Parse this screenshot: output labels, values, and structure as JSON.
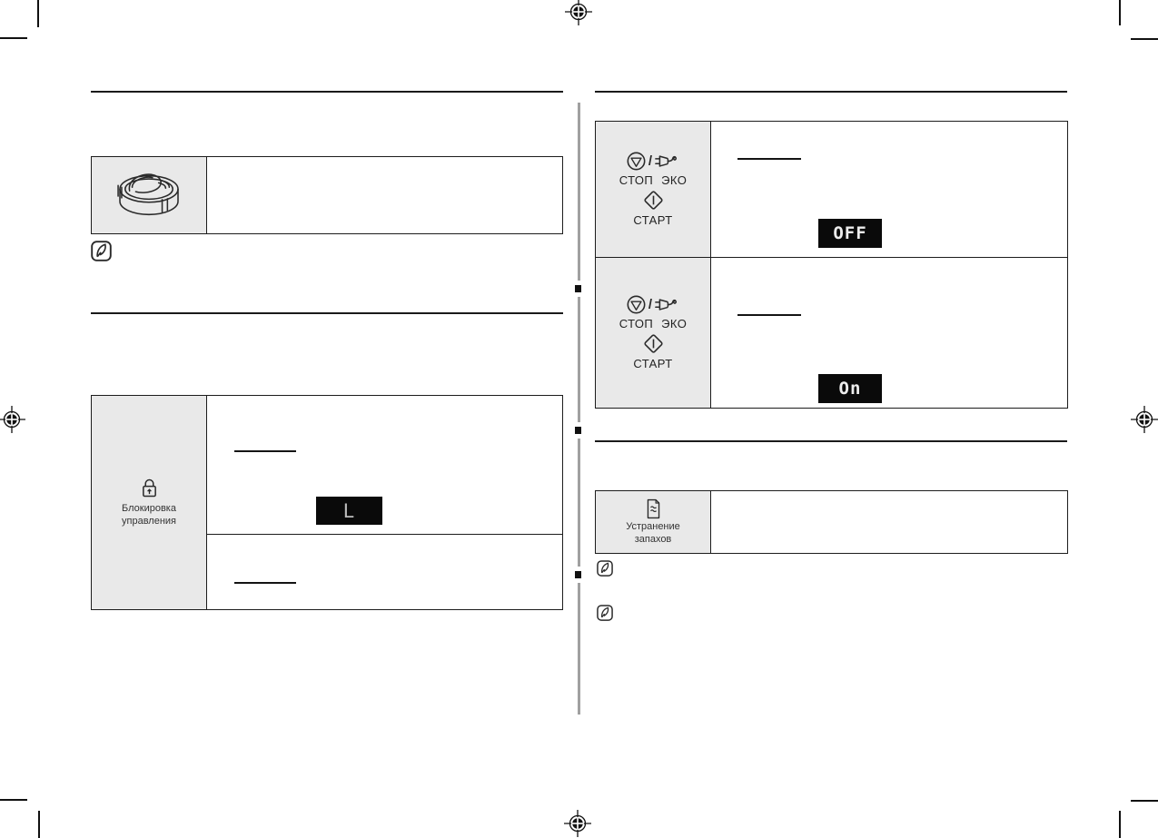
{
  "page_kind": "scanned-manual-page",
  "colors": {
    "cell_bg": "#e9e9e9",
    "table_border": "#1c1c1c",
    "divider": "#a0a0a0",
    "display_bg": "#0a0a0a",
    "display_text": "#ededed",
    "display_text_dim": "#bdbdbd"
  },
  "icons": {
    "note": "note-pencil-icon",
    "stop": "stop-icon",
    "eco": "eco-plug-icon",
    "start": "start-icon",
    "lock": "padlock-icon",
    "odor": "odor-steam-icon",
    "registration": "registration-mark-icon",
    "turntable": "steam-cleaner-drawing"
  },
  "left": {
    "lock": {
      "label_line1": "Блокировка",
      "label_line2": "управления",
      "display_value": "L"
    }
  },
  "right": {
    "rows": [
      {
        "stop_eco_label": "СТОП ЭКО",
        "start_label": "СТАРТ",
        "display_value": "OFF"
      },
      {
        "stop_eco_label": "СТОП ЭКО",
        "start_label": "СТАРТ",
        "display_value": "On"
      }
    ],
    "odor": {
      "label_line1": "Устранение",
      "label_line2": "запахов"
    }
  }
}
